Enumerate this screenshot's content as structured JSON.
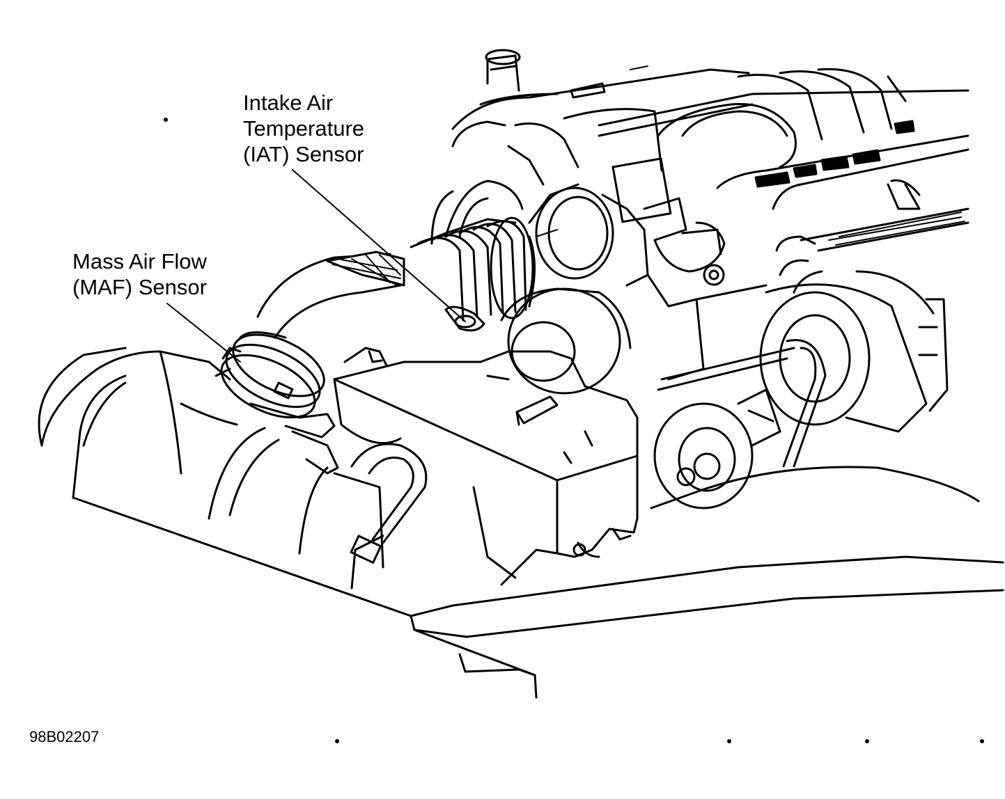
{
  "labels": {
    "iat": {
      "line1": "Intake Air",
      "line2": "Temperature",
      "line3": "(IAT) Sensor"
    },
    "maf": {
      "line1": "Mass Air Flow",
      "line2": "(MAF) Sensor"
    }
  },
  "figure_id": "98B02207"
}
